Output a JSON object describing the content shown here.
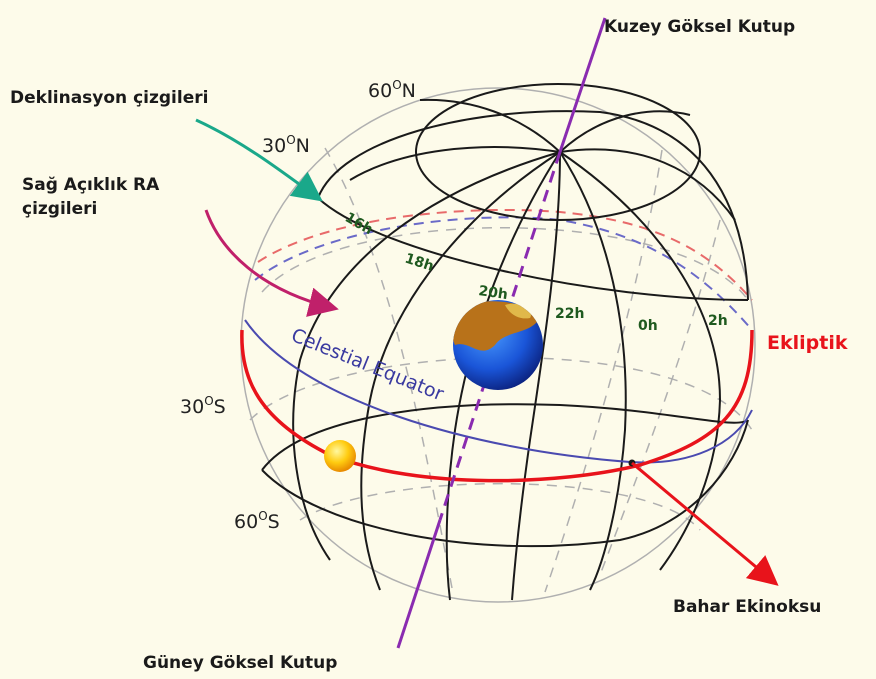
{
  "labels": {
    "north_pole": "Kuzey Göksel Kutup",
    "south_pole": "Güney Göksel Kutup",
    "declination_lines": "Deklinasyon çizgileri",
    "ra_lines_line1": "Sağ Açıklık RA",
    "ra_lines_line2": "çizgileri",
    "ecliptic": "Ekliptik",
    "vernal_equinox": "Bahar Ekinoksu",
    "celestial_equator": "Celestial Equator"
  },
  "latitudes": {
    "lat_60n": {
      "num": "60",
      "deg": "O",
      "dir": "N"
    },
    "lat_30n": {
      "num": "30",
      "deg": "O",
      "dir": "N"
    },
    "lat_30s": {
      "num": "30",
      "deg": "O",
      "dir": "S"
    },
    "lat_60s": {
      "num": "60",
      "deg": "O",
      "dir": "S"
    }
  },
  "ra_hours": [
    "16h",
    "18h",
    "20h",
    "22h",
    "0h",
    "2h"
  ],
  "colors": {
    "background": "#fdfbea",
    "grid": "#1a1a1a",
    "back_grid": "#b0b0b0",
    "axis": "#8a2bb0",
    "ecliptic": "#e8131b",
    "equator": "#4a4ab0",
    "declination_arrow": "#1aa88a",
    "ra_arrow": "#c0206a",
    "ra_labels": "#1f5a1f"
  }
}
